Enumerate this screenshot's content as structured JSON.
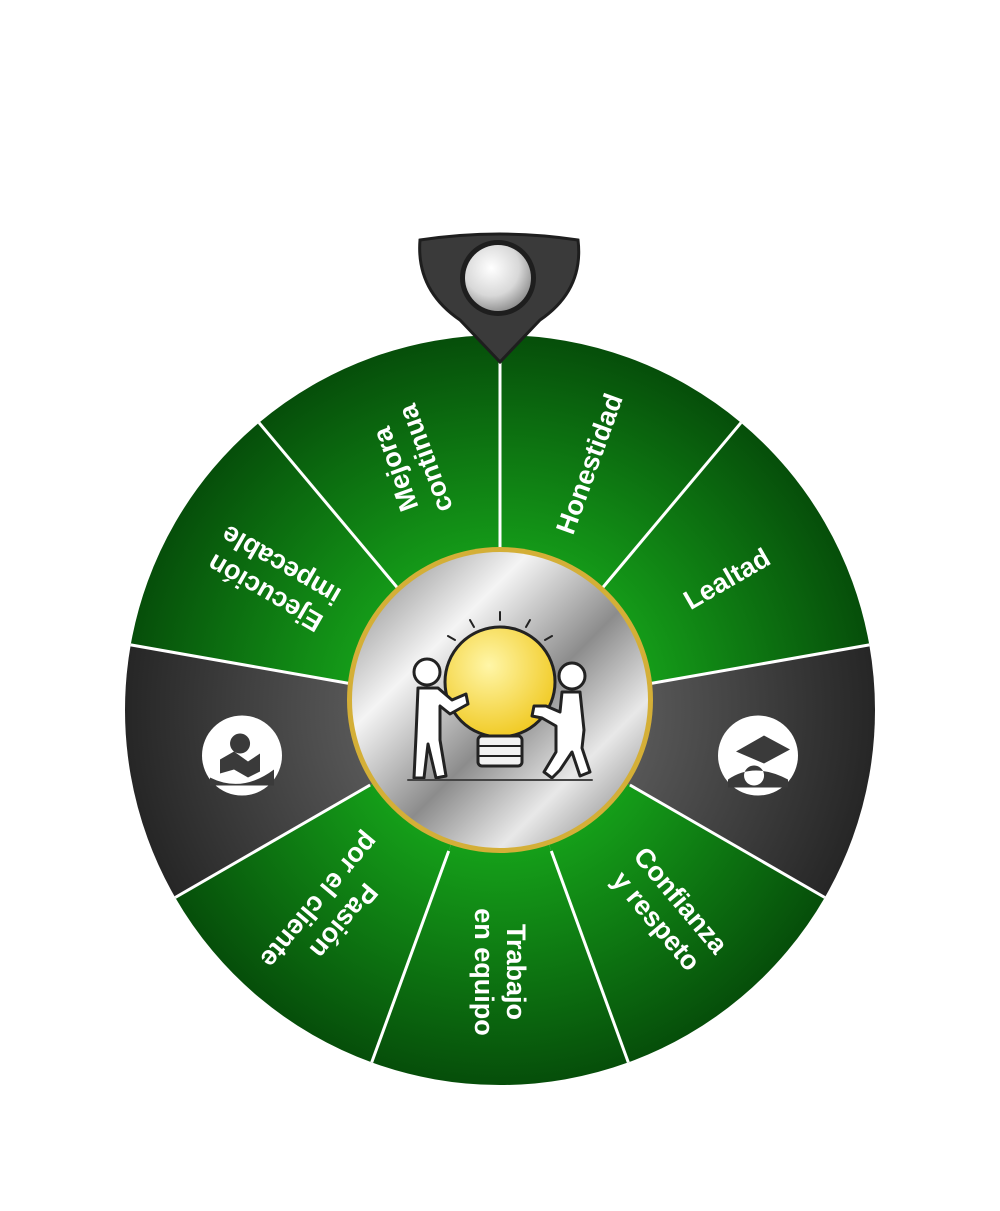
{
  "wheel": {
    "colors": {
      "green_light": "#16a31a",
      "green_dark": "#064e0a",
      "gray_light": "#5a5a5a",
      "gray_dark": "#262626",
      "divider": "#ffffff",
      "hub_ring": "#d4af37",
      "bulb": "#f5d63a",
      "pointer": "#3a3a3a"
    },
    "segments": [
      {
        "kind": "text",
        "lines": [
          "Honestidad"
        ]
      },
      {
        "kind": "text",
        "lines": [
          "Lealtad"
        ]
      },
      {
        "kind": "icon",
        "icon": "graduation-cap-icon"
      },
      {
        "kind": "text",
        "lines": [
          "Confianza",
          "y respeto"
        ]
      },
      {
        "kind": "text",
        "lines": [
          "Trabajo",
          "en equipo"
        ]
      },
      {
        "kind": "text",
        "lines": [
          "Pasión",
          "por el cliente"
        ]
      },
      {
        "kind": "icon",
        "icon": "reading-person-icon"
      },
      {
        "kind": "text",
        "lines": [
          "Ejecución",
          "impecable"
        ]
      },
      {
        "kind": "text",
        "lines": [
          "Mejora",
          "continua"
        ]
      }
    ],
    "hub_icon": "teamwork-lightbulb-icon",
    "pointer_icon": "pointer-pin-icon"
  }
}
